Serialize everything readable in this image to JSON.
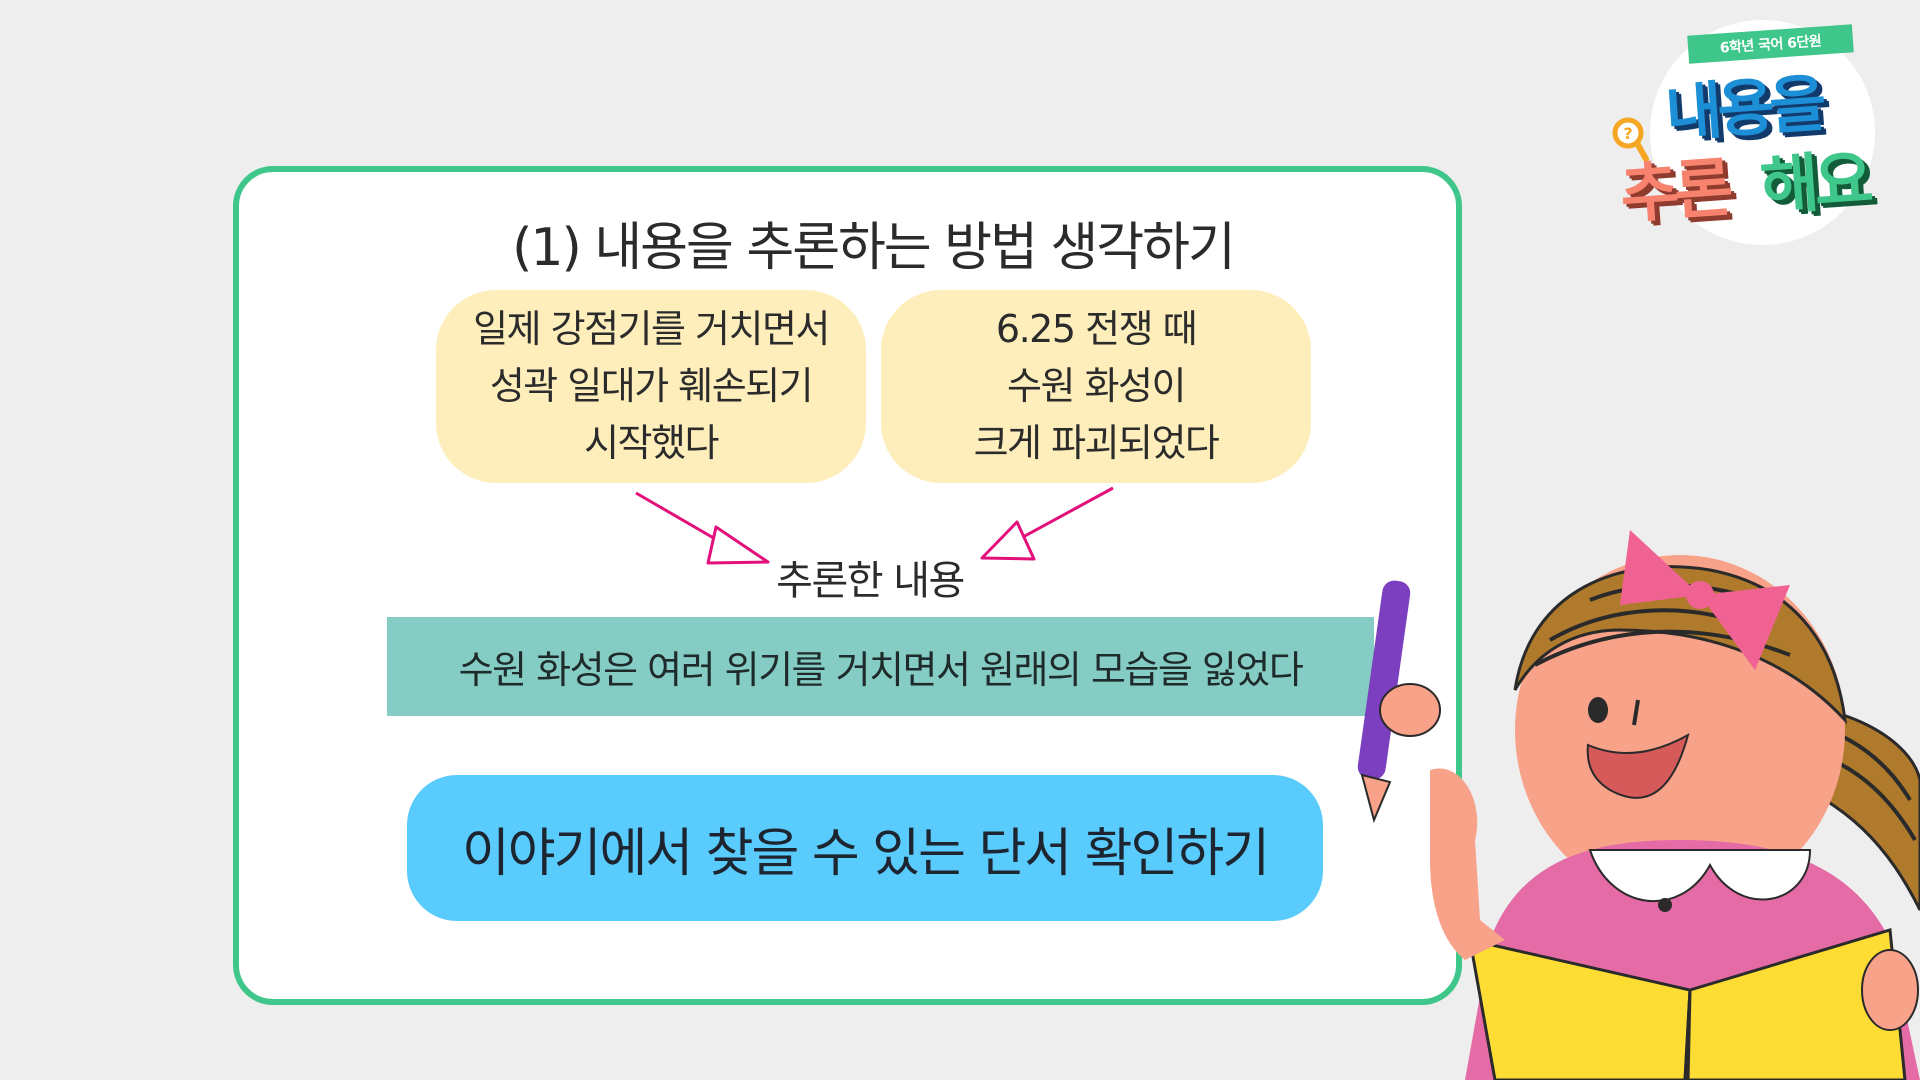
{
  "badge": {
    "tag": "6학년 국어 6단원",
    "line1": "내용을",
    "line2a": "추론",
    "line2b": "해요"
  },
  "title": "(1) 내용을 추론하는 방법 생각하기",
  "clues": [
    {
      "text": "일제 강점기를 거치면서\n성곽 일대가 훼손되기\n시작했다"
    },
    {
      "text": "6.25 전쟁 때\n수원 화성이\n크게 파괴되었다"
    }
  ],
  "inferred_label": "추론한 내용",
  "result": "수원 화성은 여러 위기를 거치면서 원래의 모습을 잃었다",
  "method": "이야기에서 찾을 수 있는 단서 확인하기",
  "colors": {
    "card_border": "#3fc68a",
    "clue_bg": "#feeebb",
    "result_bg": "#85ccc4",
    "method_bg": "#59cbfd",
    "arrow": "#e3107c"
  }
}
